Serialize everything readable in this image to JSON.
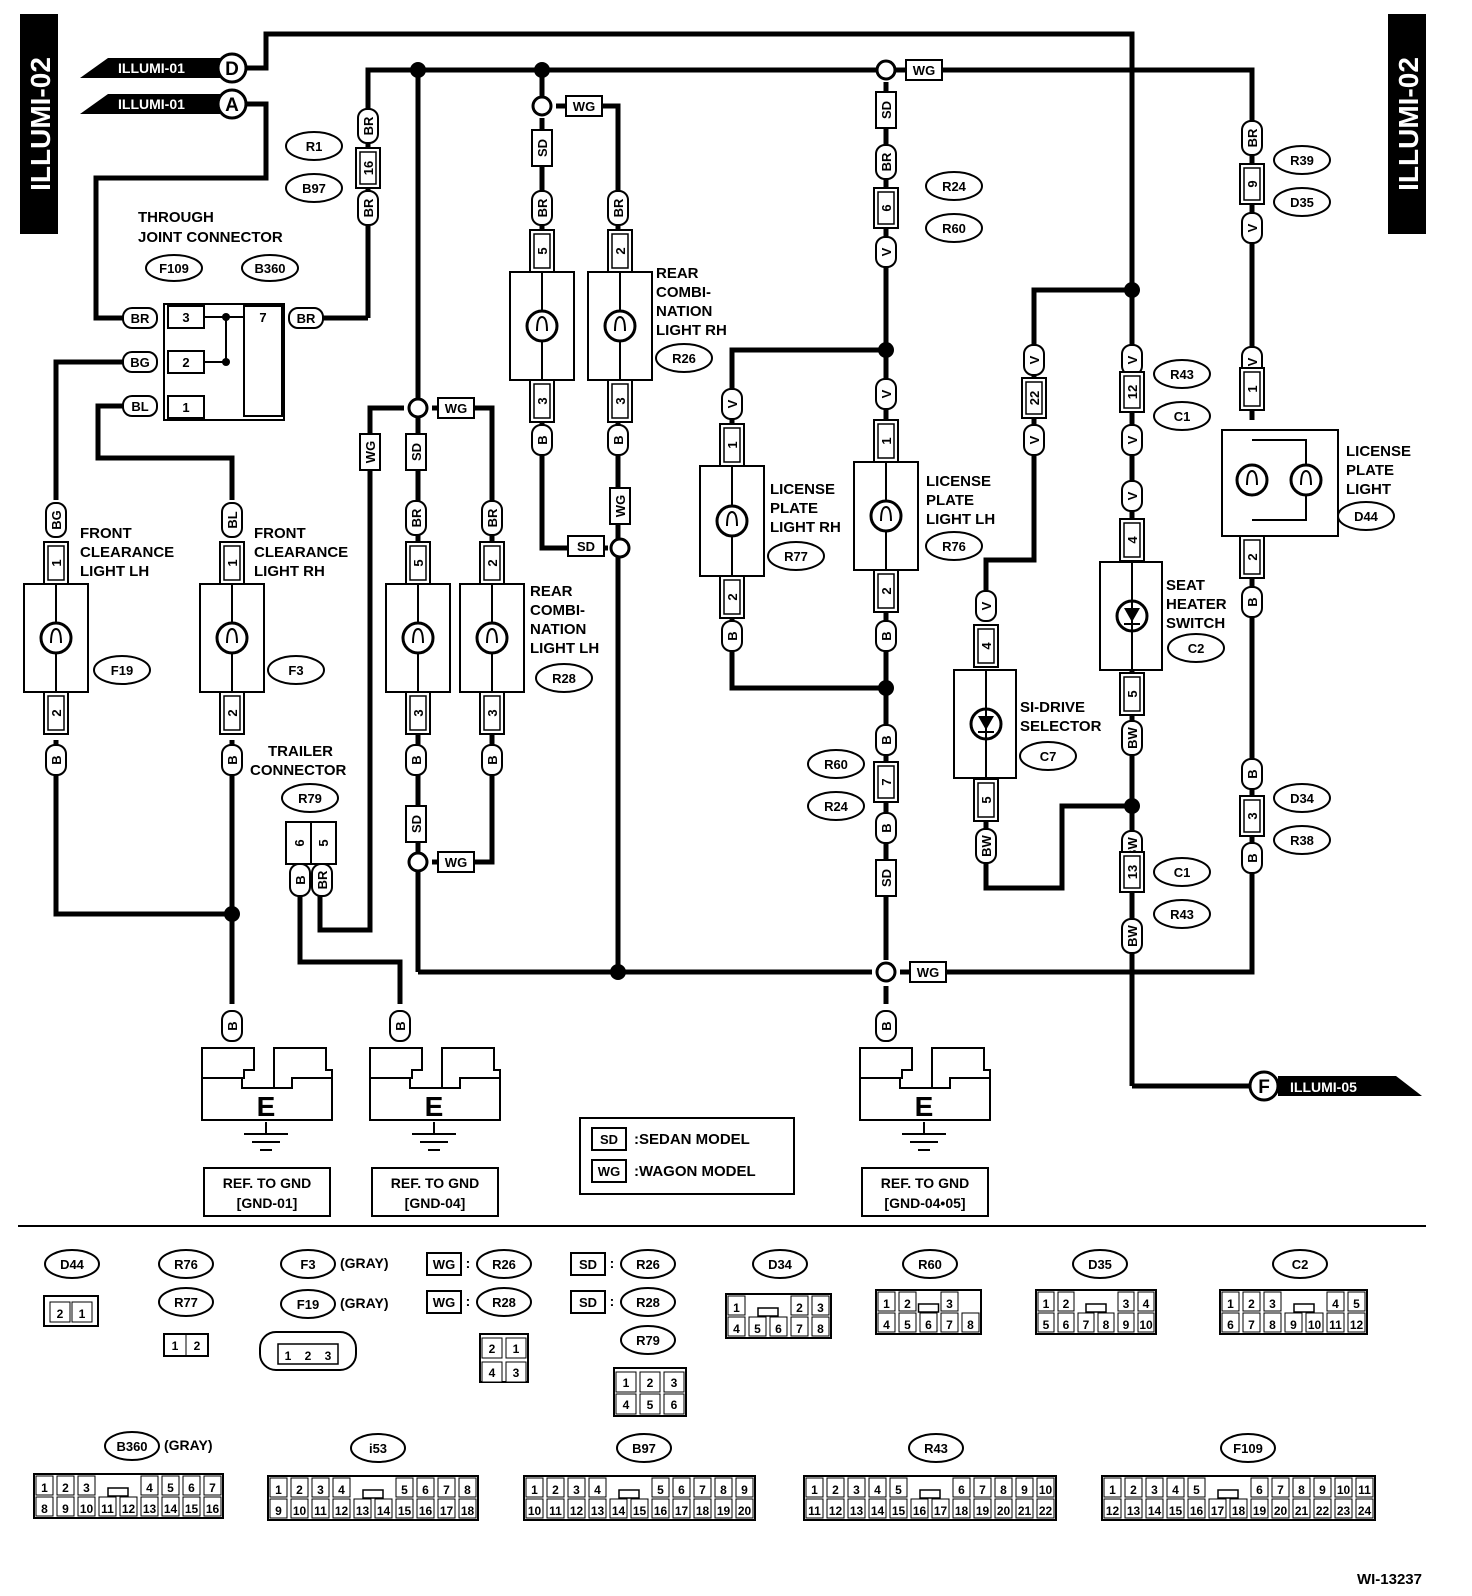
{
  "page_side_label": "ILLUMI-02",
  "figure_id": "WI-13237",
  "offpage": {
    "top_d": {
      "text": "ILLUMI-01",
      "letter": "D"
    },
    "top_a": {
      "text": "ILLUMI-01",
      "letter": "A"
    },
    "bottom_f": {
      "text": "ILLUMI-05",
      "letter": "F"
    }
  },
  "through_joint": {
    "title1": "THROUGH",
    "title2": "JOINT CONNECTOR",
    "codes": [
      "F109",
      "B360"
    ],
    "pins": [
      "3",
      "2",
      "1",
      "7"
    ],
    "wires": [
      "BR",
      "BG",
      "BL",
      "BR"
    ]
  },
  "components": {
    "front_lh": {
      "name1": "FRONT",
      "name2": "CLEARANCE",
      "name3": "LIGHT LH",
      "code": "F19",
      "pin_top": "1",
      "pin_bot": "2",
      "wire_top": "BG",
      "wire_bot": "B"
    },
    "front_rh": {
      "name1": "FRONT",
      "name2": "CLEARANCE",
      "name3": "LIGHT RH",
      "code": "F3",
      "pin_top": "1",
      "pin_bot": "2",
      "wire_top": "BL",
      "wire_bot": "B"
    },
    "rear_lh": {
      "name1": "REAR",
      "name2": "COMBI-",
      "name3": "NATION",
      "name4": "LIGHT LH",
      "code": "R28"
    },
    "rear_rh": {
      "name1": "REAR",
      "name2": "COMBI-",
      "name3": "NATION",
      "name4": "LIGHT RH",
      "code": "R26"
    },
    "lic_rh": {
      "name1": "LICENSE",
      "name2": "PLATE",
      "name3": "LIGHT RH",
      "code": "R77"
    },
    "lic_lh": {
      "name1": "LICENSE",
      "name2": "PLATE",
      "name3": "LIGHT LH",
      "code": "R76"
    },
    "lic": {
      "name1": "LICENSE",
      "name2": "PLATE",
      "name3": "LIGHT",
      "code": "D44"
    },
    "sidrive": {
      "name1": "SI-DRIVE",
      "name2": "SELECTOR",
      "code": "C7"
    },
    "seat": {
      "name1": "SEAT",
      "name2": "HEATER",
      "name3": "SWITCH",
      "code": "C2"
    },
    "trailer": {
      "name1": "TRAILER",
      "name2": "CONNECTOR",
      "code": "R79",
      "pins": [
        "6",
        "5"
      ],
      "wires": [
        "B",
        "BR"
      ]
    }
  },
  "connector_codes": {
    "r1": "R1",
    "b97": "B97",
    "r24": "R24",
    "r60": "R60",
    "r39": "R39",
    "d35": "D35",
    "r43": "R43",
    "c1": "C1",
    "d34": "D34",
    "r38": "R38"
  },
  "grounds": [
    {
      "letter": "E",
      "ref1": "REF. TO GND",
      "ref2": "[GND-01]"
    },
    {
      "letter": "E",
      "ref1": "REF. TO GND",
      "ref2": "[GND-04]"
    },
    {
      "letter": "E",
      "ref1": "REF. TO GND",
      "ref2": "[GND-04•05]"
    }
  ],
  "legend": {
    "sd_key": "SD",
    "sd_text": ":SEDAN MODEL",
    "wg_key": "WG",
    "wg_text": ":WAGON MODEL"
  },
  "wire_codes": [
    "BR",
    "BG",
    "BL",
    "B",
    "V",
    "SD",
    "WG",
    "BW"
  ],
  "connector_faces": {
    "d44": {
      "code": "D44",
      "pins": [
        "2",
        "1"
      ]
    },
    "r76": {
      "code": "R76"
    },
    "r77": {
      "code": "R77",
      "pins": [
        "1",
        "2"
      ]
    },
    "f3": {
      "code": "F3",
      "note": "(GRAY)"
    },
    "f19": {
      "code": "F19",
      "note": "(GRAY)",
      "pins": [
        "1",
        "2",
        "3"
      ]
    },
    "wg_r26": {
      "key": "WG",
      "sep": ":",
      "code": "R26"
    },
    "wg_r28": {
      "key": "WG",
      "sep": ":",
      "code": "R28"
    },
    "quad": {
      "pins": [
        "2",
        "1",
        "4",
        "3"
      ]
    },
    "sd_r26": {
      "key": "SD",
      "sep": ":",
      "code": "R26"
    },
    "sd_r28": {
      "key": "SD",
      "sep": ":",
      "code": "R28"
    },
    "r79": {
      "code": "R79",
      "pins": [
        "1",
        "2",
        "3",
        "4",
        "5",
        "6"
      ]
    },
    "d34": {
      "code": "D34",
      "top": [
        "1",
        "2",
        "3"
      ],
      "bot": [
        "4",
        "5",
        "6",
        "7",
        "8"
      ]
    },
    "r60": {
      "code": "R60",
      "top": [
        "1",
        "2",
        "3"
      ],
      "bot": [
        "4",
        "5",
        "6",
        "7",
        "8"
      ]
    },
    "d35": {
      "code": "D35",
      "top": [
        "1",
        "2",
        "3",
        "4"
      ],
      "bot": [
        "5",
        "6",
        "7",
        "8",
        "9",
        "10"
      ]
    },
    "c2": {
      "code": "C2",
      "top": [
        "1",
        "2",
        "3",
        "4",
        "5"
      ],
      "bot": [
        "6",
        "7",
        "8",
        "9",
        "10",
        "11",
        "12"
      ]
    },
    "b360": {
      "code": "B360",
      "note": "(GRAY)",
      "top": [
        "1",
        "2",
        "3",
        "4",
        "5",
        "6",
        "7"
      ],
      "bot": [
        "8",
        "9",
        "10",
        "11",
        "12",
        "13",
        "14",
        "15",
        "16"
      ]
    },
    "i53": {
      "code": "i53",
      "top": [
        "1",
        "2",
        "3",
        "4",
        "5",
        "6",
        "7",
        "8"
      ],
      "bot": [
        "9",
        "10",
        "11",
        "12",
        "13",
        "14",
        "15",
        "16",
        "17",
        "18"
      ]
    },
    "b97": {
      "code": "B97",
      "top": [
        "1",
        "2",
        "3",
        "4",
        "5",
        "6",
        "7",
        "8",
        "9"
      ],
      "bot": [
        "10",
        "11",
        "12",
        "13",
        "14",
        "15",
        "16",
        "17",
        "18",
        "19",
        "20"
      ]
    },
    "r43": {
      "code": "R43",
      "top": [
        "1",
        "2",
        "3",
        "4",
        "5",
        "6",
        "7",
        "8",
        "9",
        "10"
      ],
      "bot": [
        "11",
        "12",
        "13",
        "14",
        "15",
        "16",
        "17",
        "18",
        "19",
        "20",
        "21",
        "22"
      ]
    },
    "f109": {
      "code": "F109",
      "top": [
        "1",
        "2",
        "3",
        "4",
        "5",
        "6",
        "7",
        "8",
        "9",
        "10",
        "11"
      ],
      "bot": [
        "12",
        "13",
        "14",
        "15",
        "16",
        "17",
        "18",
        "19",
        "20",
        "21",
        "22",
        "23",
        "24"
      ]
    }
  },
  "pin_numbers": [
    "16",
    "6",
    "9",
    "5",
    "2",
    "3",
    "1",
    "12",
    "22",
    "4",
    "7",
    "13"
  ]
}
